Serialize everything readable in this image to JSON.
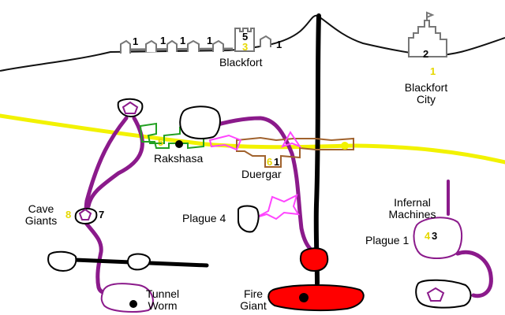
{
  "colors": {
    "yellow_road": "#f2f200",
    "purple_tunnel": "#8b1a8b",
    "black_tunnel": "#000000",
    "green_path": "#22a022",
    "brown_path": "#a0622d",
    "pink_path": "#ff44ff",
    "fire": "#ff0000",
    "gray_outline": "#808080",
    "yellow_number": "#e6d800"
  },
  "labels": {
    "blackfort": "Blackfort",
    "blackfort_city_line1": "Blackfort",
    "blackfort_city_line2": "City",
    "rakshasa": "Rakshasa",
    "duergar": "Duergar",
    "cave_giants_line1": "Cave",
    "cave_giants_line2": "Giants",
    "plague_4": "Plague 4",
    "infernal_machines_line1": "Infernal",
    "infernal_machines_line2": "Machines",
    "plague_1": "Plague 1",
    "tunnel_worm_line1": "Tunnel",
    "tunnel_worm_line2": "Worm",
    "fire_giant_line1": "Fire",
    "fire_giant_line2": "Giant"
  },
  "numbers": {
    "surface_1a": "1",
    "surface_1b": "1",
    "surface_1c": "1",
    "surface_1d": "1",
    "surface_1e": "1",
    "blackfort_tower_black": "5",
    "blackfort_tower_yellow": "3",
    "city_black": "2",
    "city_yellow": "1",
    "rakshasa_yellow": "5",
    "duergar_yellow": "6",
    "duergar_black": "1",
    "cave_giants_yellow": "8",
    "cave_giants_black": "7",
    "plague1_yellow": "4",
    "plague1_black": "3"
  }
}
